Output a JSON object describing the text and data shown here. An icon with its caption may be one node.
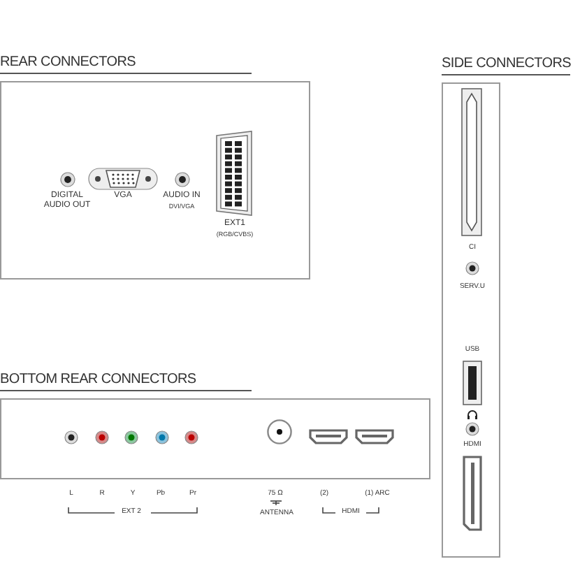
{
  "diagram": {
    "nodes": [
      {
        "text": [
          "REAR CONNECTORS"
        ]
      },
      {
        "text": [
          "BOTTOM REAR CONNECTORS"
        ]
      },
      {
        "text": [
          "SIDE CONNECTORS"
        ]
      }
    ],
    "labels": [
      "DIGITAL AUDIO OUT",
      "VGA",
      "AUDIO IN",
      "DVI/VGA",
      "EXT1",
      "(RGB/CVBS)",
      "L",
      "R",
      "Y",
      "Pb",
      "Pr",
      "EXT 2",
      "75 Ω",
      "ANTENNA",
      "(2)",
      "(1) ARC",
      "HDMI",
      "CI",
      "SERV.U",
      "USB",
      "HDMI"
    ]
  }
}
